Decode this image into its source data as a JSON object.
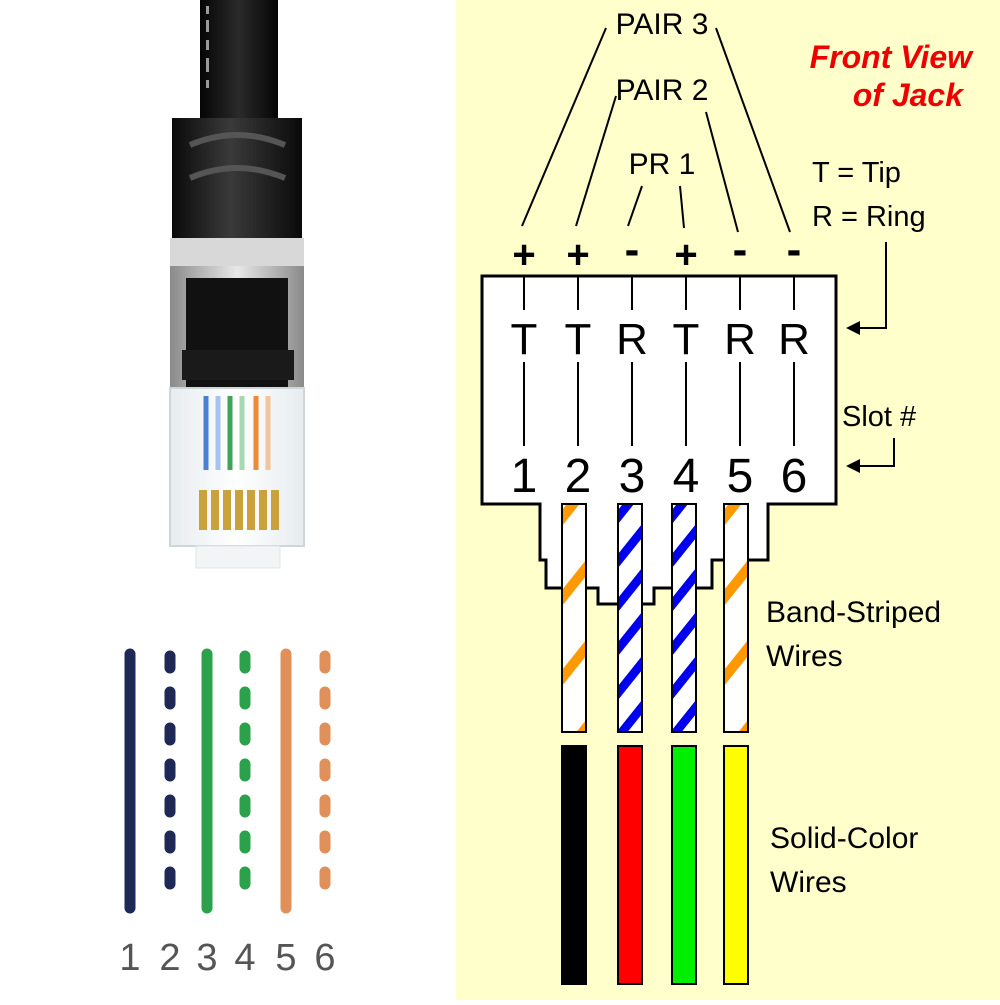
{
  "diagram": {
    "title_line1": "Front View",
    "title_line2": "of Jack",
    "pair_labels": {
      "pair3": "PAIR 3",
      "pair2": "PAIR 2",
      "pr1": "PR 1"
    },
    "legend": {
      "tip": "T = Tip",
      "ring": "R = Ring",
      "slot": "Slot #"
    },
    "polarity": [
      "+",
      "+",
      "-",
      "+",
      "-",
      "-"
    ],
    "pin_letters": [
      "T",
      "T",
      "R",
      "T",
      "R",
      "R"
    ],
    "slot_numbers": [
      "1",
      "2",
      "3",
      "4",
      "5",
      "6"
    ],
    "band_label_line1": "Band-Striped",
    "band_label_line2": "Wires",
    "solid_label_line1": "Solid-Color",
    "solid_label_line2": "Wires",
    "striped_wire_colors": [
      "#ff9900",
      "#0000ee",
      "#0000ee",
      "#ff9900"
    ],
    "solid_wire_colors": [
      "#000000",
      "#ff0000",
      "#00ee00",
      "#ffff00"
    ],
    "accent_color": "#ee0000"
  },
  "pinout": {
    "numbers": [
      "1",
      "2",
      "3",
      "4",
      "5",
      "6"
    ],
    "wires": [
      {
        "color": "#1e2a55",
        "style": "solid"
      },
      {
        "color": "#1e2a55",
        "style": "dashed"
      },
      {
        "color": "#2aa14a",
        "style": "solid"
      },
      {
        "color": "#2aa14a",
        "style": "dashed"
      },
      {
        "color": "#e0905a",
        "style": "solid"
      },
      {
        "color": "#e0905a",
        "style": "dashed"
      }
    ]
  }
}
